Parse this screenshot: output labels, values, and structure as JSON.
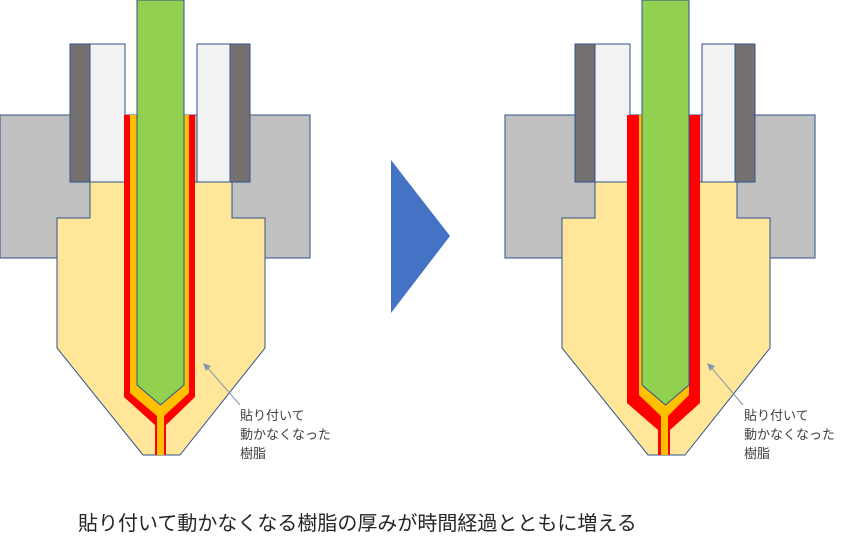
{
  "diagram": {
    "left_panel": {
      "annotation_lines": [
        "貼り付いて",
        "動かなくなった",
        "樹脂"
      ]
    },
    "right_panel": {
      "annotation_lines": [
        "貼り付いて",
        "動かなくなった",
        "樹脂"
      ]
    },
    "arrow": {
      "direction": "right",
      "color": "#4472C4"
    },
    "caption": "貼り付いて動かなくなる樹脂の厚みが時間経過とともに増える",
    "colors": {
      "block_gray": "#C0C0C0",
      "dark_gray": "#767171",
      "light_gray": "#F2F2F2",
      "nozzle_yellow": "#FFE699",
      "rod_green": "#92D050",
      "melt_orange": "#FFC000",
      "stuck_red": "#FF0000",
      "pointer_blue": "#8497B0"
    }
  }
}
